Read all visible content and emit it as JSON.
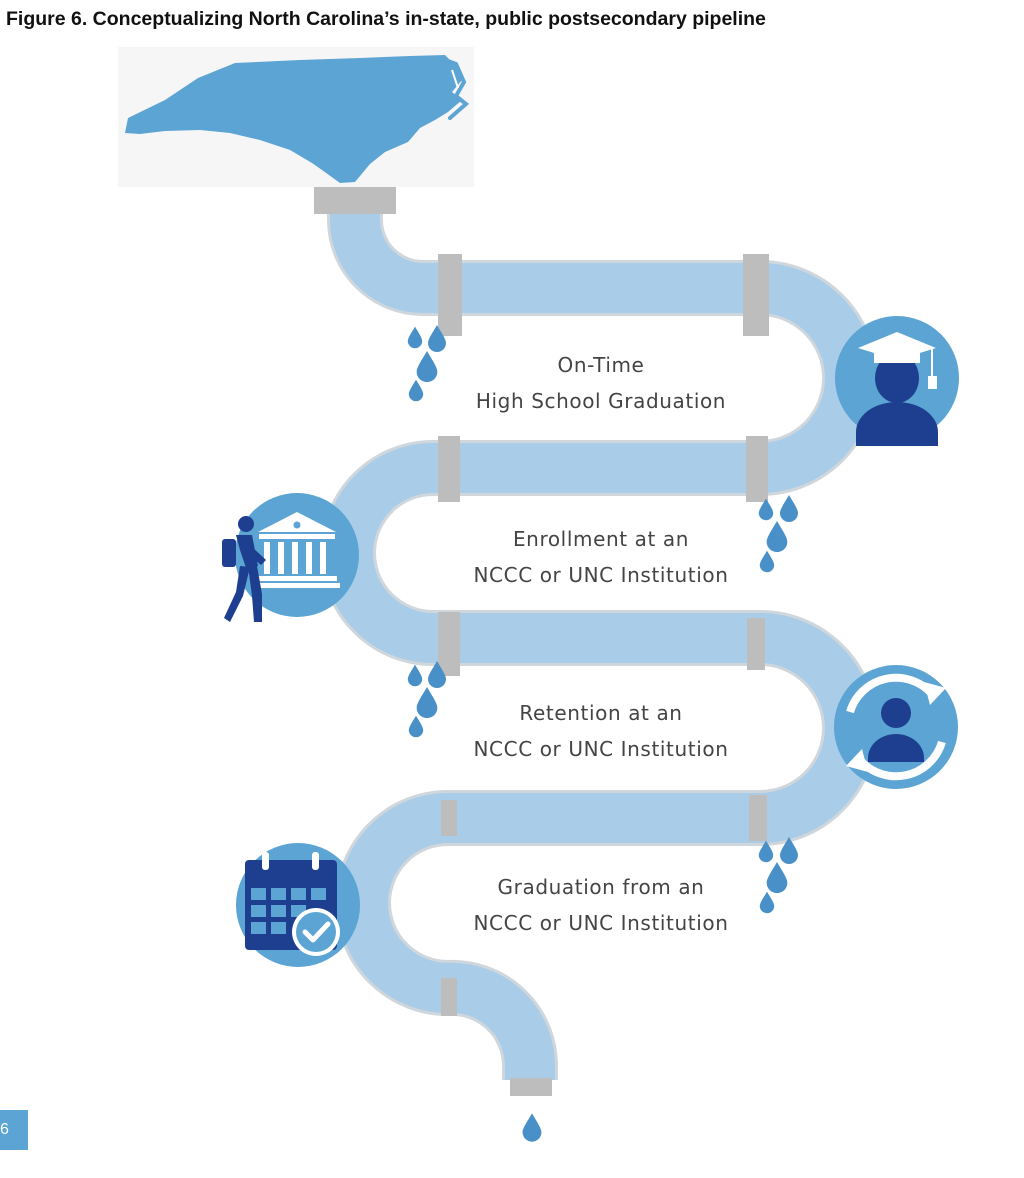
{
  "figure": {
    "title": "Figure 6. Conceptualizing North Carolina’s in-state, public postsecondary pipeline",
    "page_number": "6"
  },
  "stages": [
    {
      "line1": "On-Time",
      "line2": "High School Graduation",
      "icon": "graduate-icon"
    },
    {
      "line1": "Enrollment at an",
      "line2": "NCCC or UNC Institution",
      "icon": "university-building-icon"
    },
    {
      "line1": "Retention at an",
      "line2": "NCCC or UNC Institution",
      "icon": "person-refresh-icon"
    },
    {
      "line1": "Graduation from an",
      "line2": "NCCC or UNC Institution",
      "icon": "calendar-check-icon"
    }
  ],
  "colors": {
    "pipe_fill": "#a9cce8",
    "pipe_edge": "#c8c8c8",
    "coupling": "#bdbdbd",
    "state_map": "#5ba4d3",
    "icon_circle": "#5ba4d3",
    "icon_dark": "#1e3f8f",
    "drop": "#4a90c8"
  }
}
